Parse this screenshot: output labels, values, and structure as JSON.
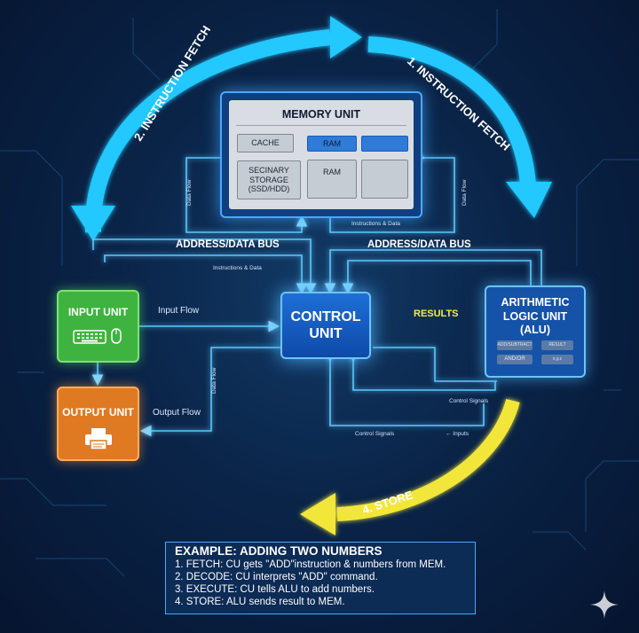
{
  "memory_unit": {
    "title": "MEMORY UNIT",
    "cache": "CACHE",
    "ram_top": "RAM",
    "secondary": "SECINARY STORAGE (SSD/HDD)",
    "ram_bottom": "RAM"
  },
  "control_unit": {
    "line1": "CONTROL",
    "line2": "UNIT"
  },
  "alu": {
    "line1": "ARITHMETIC",
    "line2": "LOGIC UNIT",
    "line3": "(ALU)",
    "chips": [
      "ADD/SUBTRACT",
      "RESULT",
      "AND/OR",
      "x,y,z"
    ]
  },
  "input_unit": {
    "label": "INPUT UNIT"
  },
  "output_unit": {
    "label": "OUTPUT UNIT"
  },
  "labels": {
    "fetch_left": "2. INSTRUCTION FETCH",
    "fetch_right": "1. INSTRUCTION FETCH",
    "store": "4. STORE",
    "address_bus_left": "ADDRESS/DATA BUS",
    "address_bus_right": "ADDRESS/DATA BUS",
    "instructions_data_top": "Instructions & Data",
    "instructions_data_bottom": "Instructions & Data",
    "input_flow": "Input Flow",
    "output_flow": "Output Flow",
    "results": "RESULTS",
    "control_signals_right": "Control Signals",
    "control_signals_bottom": "Control Signals",
    "data_left_vertical": "Data Flow",
    "data_right_vertical": "Data Flow",
    "data_center_vertical": "Data Flow",
    "small_right": "← Inputs"
  },
  "example": {
    "title": "EXAMPLE: ADDING TWO NUMBERS",
    "steps": [
      "1. FETCH: CU gets \"ADD\"instruction & numbers from MEM.",
      "2. DECODE: CU interprets \"ADD\" command.",
      "3. EXECUTE: CU tells ALU to add numbers.",
      "4. STORE: ALU sends result to MEM."
    ]
  },
  "colors": {
    "cyan_arrow": "#22c8ff",
    "yellow_arrow": "#f2e63a",
    "line": "#5cc8ff",
    "input_green": "#3fb33f",
    "output_orange": "#e07a22"
  }
}
